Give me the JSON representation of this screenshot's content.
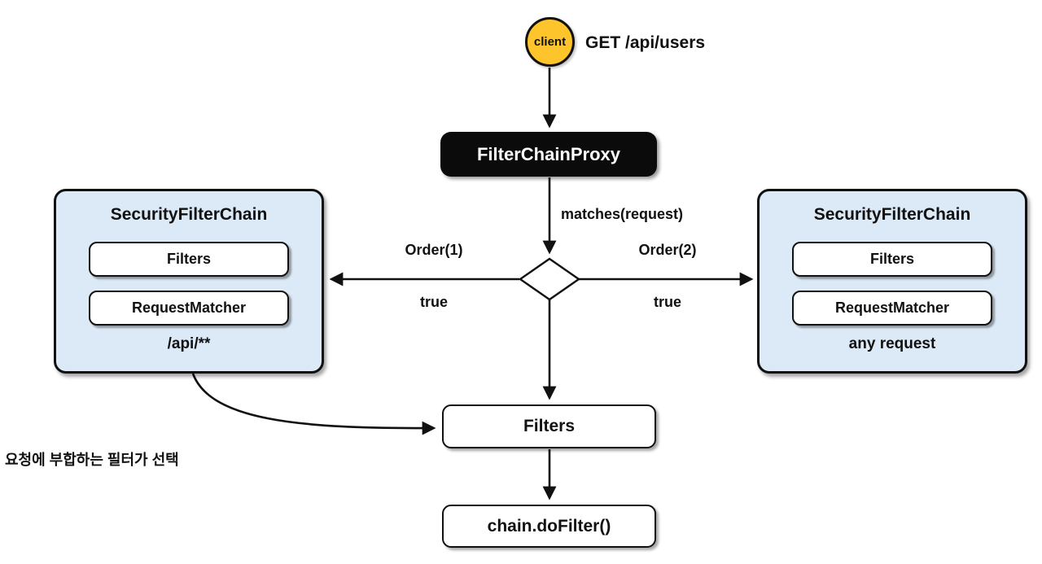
{
  "colors": {
    "stroke": "#111111",
    "client_fill": "#FDC42C",
    "proxy_fill": "#0B0B0B",
    "proxy_text": "#FFFFFF",
    "chain_fill": "#DCE9F6",
    "node_fill": "#FFFFFF",
    "text": "#111111"
  },
  "client": {
    "label": "client",
    "request": "GET /api/users"
  },
  "proxy": {
    "label": "FilterChainProxy"
  },
  "decision": {
    "label": "matches(request)"
  },
  "left_chain": {
    "title": "SecurityFilterChain",
    "filters": "Filters",
    "matcher": "RequestMatcher",
    "pattern": "/api/**",
    "order": "Order(1)",
    "result": "true"
  },
  "right_chain": {
    "title": "SecurityFilterChain",
    "filters": "Filters",
    "matcher": "RequestMatcher",
    "pattern": "any request",
    "order": "Order(2)",
    "result": "true"
  },
  "selected": {
    "label": "Filters"
  },
  "dofilter": {
    "label": "chain.doFilter()"
  },
  "caption": "요청에 부합하는 필터가 선택"
}
